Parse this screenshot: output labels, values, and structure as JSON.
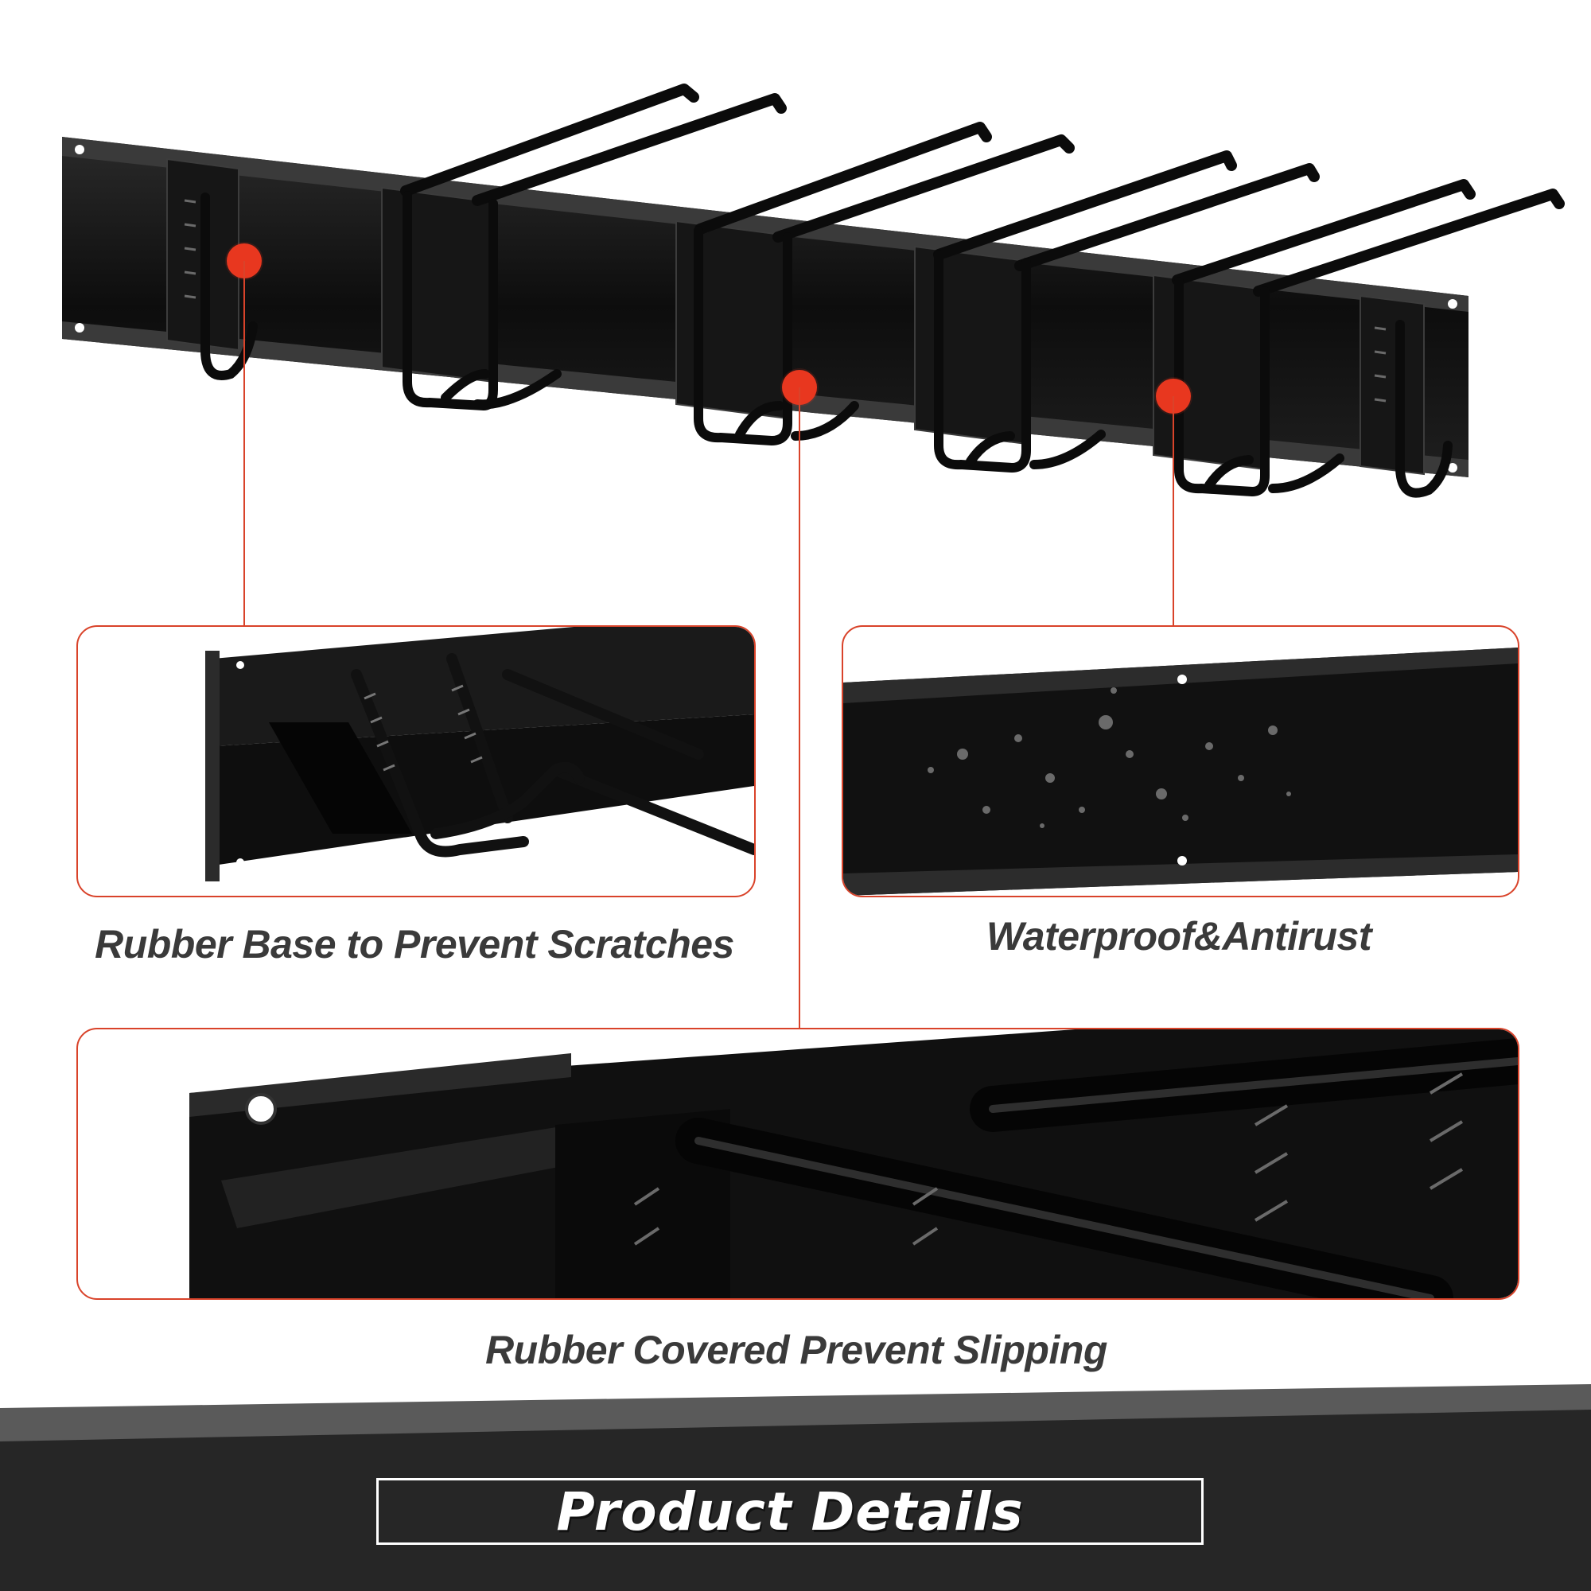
{
  "features": [
    {
      "caption": "Rubber Base to Prevent Scratches"
    },
    {
      "caption": "Waterproof&Antirust"
    },
    {
      "caption": "Rubber Covered Prevent Slipping"
    }
  ],
  "footer": {
    "title": "Product Details"
  },
  "colors": {
    "accent": "#e8371f",
    "frame_border": "#d9432a",
    "product": "#111111",
    "footer_dark": "#262626",
    "footer_grey": "#5a5a5a",
    "caption_text": "#3a3a3a"
  }
}
